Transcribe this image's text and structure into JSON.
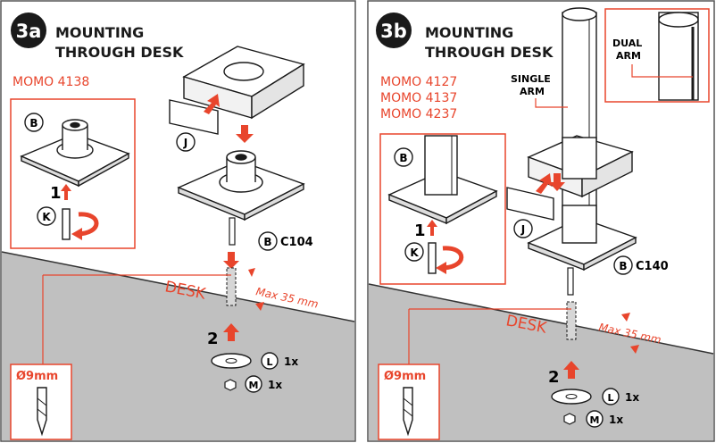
{
  "panels": {
    "a": {
      "badge": "3a",
      "title_line1": "MOUNTING",
      "title_line2": "THROUGH DESK",
      "models": [
        "MOMO 4138"
      ],
      "step1": "1",
      "step2": "2",
      "label_b": "B",
      "label_k": "K",
      "label_j": "J",
      "label_l": "L",
      "label_m": "M",
      "part_code": "C104",
      "desk_label": "DESK",
      "max_thickness": "Max 35 mm",
      "drill_size": "Ø9mm",
      "qty_l": "1x",
      "qty_m": "1x"
    },
    "b": {
      "badge": "3b",
      "title_line1": "MOUNTING",
      "title_line2": "THROUGH DESK",
      "models": [
        "MOMO 4127",
        "MOMO 4137",
        "MOMO 4237"
      ],
      "single_arm_line1": "SINGLE",
      "single_arm_line2": "ARM",
      "dual_arm_line1": "DUAL",
      "dual_arm_line2": "ARM",
      "step1": "1",
      "step2": "2",
      "label_b": "B",
      "label_k": "K",
      "label_j": "J",
      "label_l": "L",
      "label_m": "M",
      "part_code": "C140",
      "desk_label": "DESK",
      "max_thickness": "Max 35 mm",
      "drill_size": "Ø9mm",
      "qty_l": "1x",
      "qty_m": "1x"
    }
  },
  "colors": {
    "accent": "#e8452c",
    "desk_gray": "#bdbdbd",
    "line": "#1a1a1a"
  }
}
